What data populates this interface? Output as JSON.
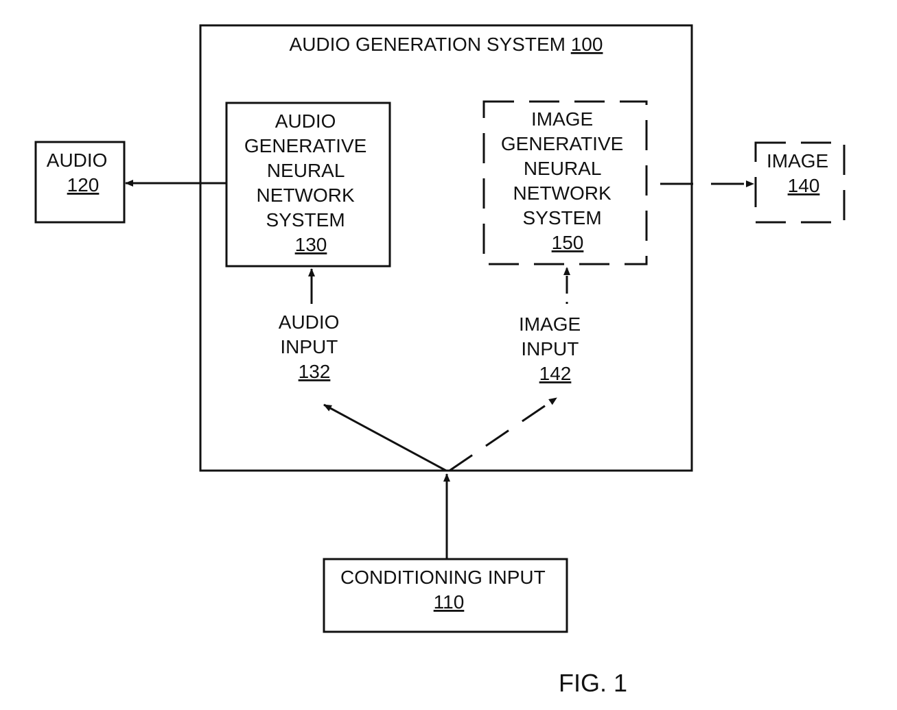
{
  "system": {
    "title": "AUDIO GENERATION SYSTEM",
    "ref": "100"
  },
  "audio_nn": {
    "lines": [
      "AUDIO",
      "GENERATIVE",
      "NEURAL",
      "NETWORK",
      "SYSTEM"
    ],
    "ref": "130"
  },
  "image_nn": {
    "lines": [
      "IMAGE",
      "GENERATIVE",
      "NEURAL",
      "NETWORK",
      "SYSTEM"
    ],
    "ref": "150"
  },
  "audio_out": {
    "label": "AUDIO",
    "ref": "120"
  },
  "image_out": {
    "label": "IMAGE",
    "ref": "140"
  },
  "audio_input": {
    "lines": [
      "AUDIO",
      "INPUT"
    ],
    "ref": "132"
  },
  "image_input": {
    "lines": [
      "IMAGE",
      "INPUT"
    ],
    "ref": "142"
  },
  "conditioning": {
    "label": "CONDITIONING INPUT",
    "ref": "110"
  },
  "figure_label": "FIG. 1",
  "colors": {
    "ink": "#111111",
    "background": "#ffffff"
  }
}
